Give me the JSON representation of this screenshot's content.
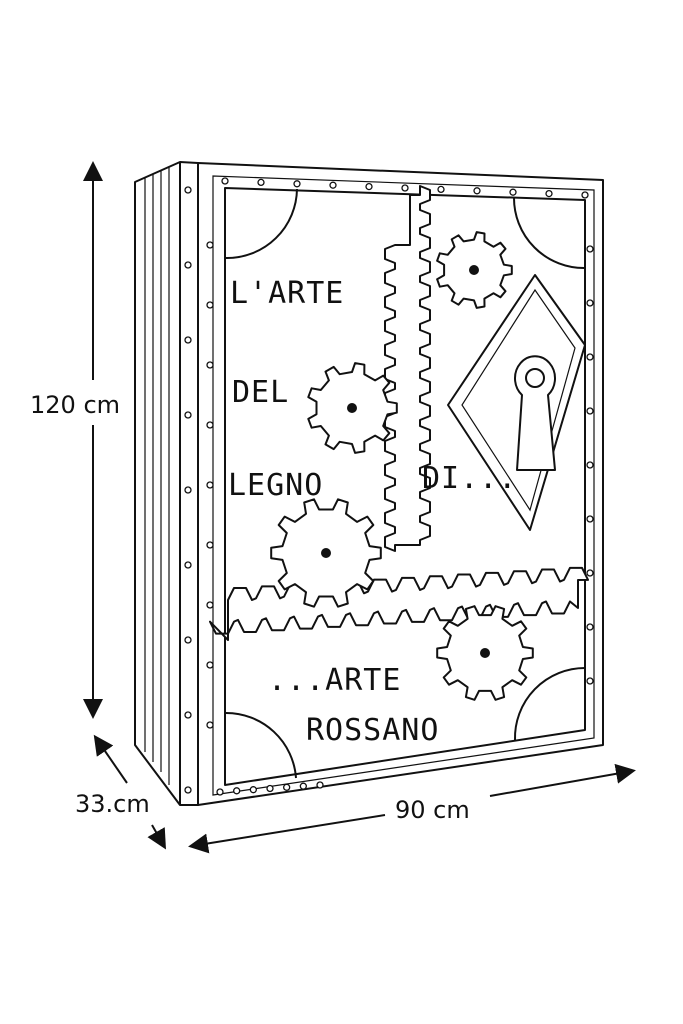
{
  "dimensions": {
    "height": "120 cm",
    "depth": "33.cm",
    "width": "90 cm"
  },
  "door_text": {
    "line1": "L'ARTE",
    "line2": "DEL",
    "line3": "LEGNO",
    "line4": "DI...",
    "line5": "...ARTE",
    "line6": "ROSSANO"
  },
  "colors": {
    "line": "#111111",
    "background": "#ffffff"
  }
}
